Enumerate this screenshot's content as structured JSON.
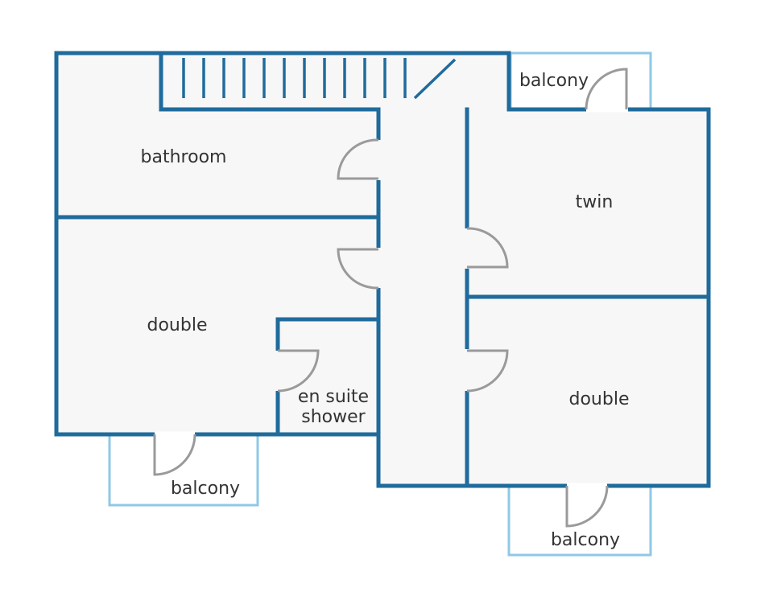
{
  "colors": {
    "wall": "#1f6b9c",
    "balcony": "#8fc8e6",
    "floor": "#f7f7f8",
    "door": "#9a9a9a",
    "text": "#333333"
  },
  "rooms": {
    "bathroom": "bathroom",
    "double_left": "double",
    "en_suite_line1": "en suite",
    "en_suite_line2": "shower",
    "twin": "twin",
    "double_right": "double"
  },
  "balconies": {
    "top_right": "balcony",
    "bottom_left": "balcony",
    "bottom_right": "balcony"
  }
}
